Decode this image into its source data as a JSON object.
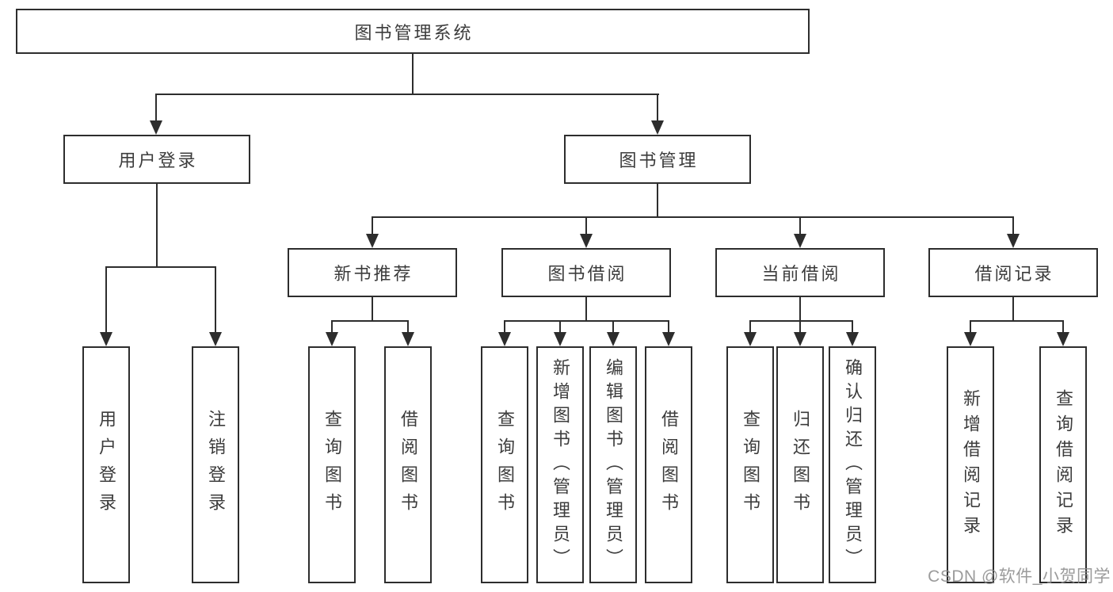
{
  "diagram": {
    "root": {
      "label": "图书管理系统"
    },
    "branches": {
      "user_login": {
        "label": "用户登录",
        "children": {
          "login": "用户登录",
          "logout": "注销登录"
        }
      },
      "book_mgmt": {
        "label": "图书管理",
        "children": {
          "new_book_rec": {
            "label": "新书推荐",
            "children": {
              "query": "查询图书",
              "borrow": "借阅图书"
            }
          },
          "book_borrow": {
            "label": "图书借阅",
            "children": {
              "query": "查询图书",
              "add": "新增图书（管理员）",
              "edit": "编辑图书（管理员）",
              "borrow": "借阅图书"
            }
          },
          "current_borrow": {
            "label": "当前借阅",
            "children": {
              "query": "查询图书",
              "return": "归还图书",
              "confirm": "确认归还（管理员）"
            }
          },
          "borrow_record": {
            "label": "借阅记录",
            "children": {
              "add": "新增借阅记录",
              "query": "查询借阅记录"
            }
          }
        }
      }
    }
  },
  "watermark": {
    "text": "CSDN @软件_小贺同学"
  },
  "colors": {
    "line": "#2d2d2d",
    "text": "#3c3c3c",
    "watermark": "#8a8a8a",
    "background": "#ffffff"
  }
}
